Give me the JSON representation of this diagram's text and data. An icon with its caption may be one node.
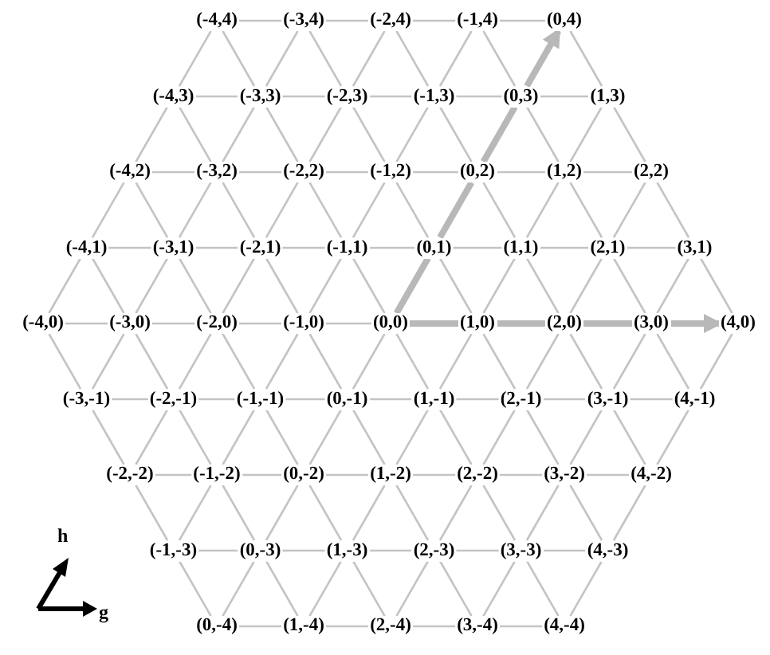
{
  "diagram": {
    "nodes": [
      {
        "text": [
          "(-4,4)"
        ]
      },
      {
        "text": [
          "(-3,4)"
        ]
      },
      {
        "text": [
          "(-2,4)"
        ]
      },
      {
        "text": [
          "(-1,4)"
        ]
      },
      {
        "text": [
          "(0,4)"
        ]
      },
      {
        "text": [
          "(-4,3)"
        ]
      },
      {
        "text": [
          "(-3,3)"
        ]
      },
      {
        "text": [
          "(-2,3)"
        ]
      },
      {
        "text": [
          "(-1,3)"
        ]
      },
      {
        "text": [
          "(0,3)"
        ]
      },
      {
        "text": [
          "(1,3)"
        ]
      },
      {
        "text": [
          "(-4,2)"
        ]
      },
      {
        "text": [
          "(-3,2)"
        ]
      },
      {
        "text": [
          "(-2,2)"
        ]
      },
      {
        "text": [
          "(-1,2)"
        ]
      },
      {
        "text": [
          "(0,2)"
        ]
      },
      {
        "text": [
          "(1,2)"
        ]
      },
      {
        "text": [
          "(2,2)"
        ]
      },
      {
        "text": [
          "(-4,1)"
        ]
      },
      {
        "text": [
          "(-3,1)"
        ]
      },
      {
        "text": [
          "(-2,1)"
        ]
      },
      {
        "text": [
          "(-1,1)"
        ]
      },
      {
        "text": [
          "(0,1)"
        ]
      },
      {
        "text": [
          "(1,1)"
        ]
      },
      {
        "text": [
          "(2,1)"
        ]
      },
      {
        "text": [
          "(3,1)"
        ]
      },
      {
        "text": [
          "(-4,0)"
        ]
      },
      {
        "text": [
          "(-3,0)"
        ]
      },
      {
        "text": [
          "(-2,0)"
        ]
      },
      {
        "text": [
          "(-1,0)"
        ]
      },
      {
        "text": [
          "(0,0)"
        ]
      },
      {
        "text": [
          "(1,0)"
        ]
      },
      {
        "text": [
          "(2,0)"
        ]
      },
      {
        "text": [
          "(3,0)"
        ]
      },
      {
        "text": [
          "(4,0)"
        ]
      },
      {
        "text": [
          "(-3,-1)"
        ]
      },
      {
        "text": [
          "(-2,-1)"
        ]
      },
      {
        "text": [
          "(-1,-1)"
        ]
      },
      {
        "text": [
          "(0,-1)"
        ]
      },
      {
        "text": [
          "(1,-1)"
        ]
      },
      {
        "text": [
          "(2,-1)"
        ]
      },
      {
        "text": [
          "(3,-1)"
        ]
      },
      {
        "text": [
          "(4,-1)"
        ]
      },
      {
        "text": [
          "(-2,-2)"
        ]
      },
      {
        "text": [
          "(-1,-2)"
        ]
      },
      {
        "text": [
          "(0,-2)"
        ]
      },
      {
        "text": [
          "(1,-2)"
        ]
      },
      {
        "text": [
          "(2,-2)"
        ]
      },
      {
        "text": [
          "(3,-2)"
        ]
      },
      {
        "text": [
          "(4,-2)"
        ]
      },
      {
        "text": [
          "(-1,-3)"
        ]
      },
      {
        "text": [
          "(0,-3)"
        ]
      },
      {
        "text": [
          "(1,-3)"
        ]
      },
      {
        "text": [
          "(2,-3)"
        ]
      },
      {
        "text": [
          "(3,-3)"
        ]
      },
      {
        "text": [
          "(4,-3)"
        ]
      },
      {
        "text": [
          "(0,-4)"
        ]
      },
      {
        "text": [
          "(1,-4)"
        ]
      },
      {
        "text": [
          "(2,-4)"
        ]
      },
      {
        "text": [
          "(3,-4)"
        ]
      },
      {
        "text": [
          "(4,-4)"
        ]
      }
    ],
    "edges": [
      {
        "from": 0,
        "to": 1,
        "arrow": "none"
      },
      {
        "from": 1,
        "to": 2,
        "arrow": "none"
      },
      {
        "from": 2,
        "to": 3,
        "arrow": "none"
      },
      {
        "from": 3,
        "to": 4,
        "arrow": "none"
      },
      {
        "from": 5,
        "to": 6,
        "arrow": "none"
      },
      {
        "from": 6,
        "to": 7,
        "arrow": "none"
      },
      {
        "from": 7,
        "to": 8,
        "arrow": "none"
      },
      {
        "from": 8,
        "to": 9,
        "arrow": "none"
      },
      {
        "from": 9,
        "to": 10,
        "arrow": "none"
      },
      {
        "from": 11,
        "to": 12,
        "arrow": "none"
      },
      {
        "from": 12,
        "to": 13,
        "arrow": "none"
      },
      {
        "from": 13,
        "to": 14,
        "arrow": "none"
      },
      {
        "from": 14,
        "to": 15,
        "arrow": "none"
      },
      {
        "from": 15,
        "to": 16,
        "arrow": "none"
      },
      {
        "from": 16,
        "to": 17,
        "arrow": "none"
      },
      {
        "from": 18,
        "to": 19,
        "arrow": "none"
      },
      {
        "from": 19,
        "to": 20,
        "arrow": "none"
      },
      {
        "from": 20,
        "to": 21,
        "arrow": "none"
      },
      {
        "from": 21,
        "to": 22,
        "arrow": "none"
      },
      {
        "from": 22,
        "to": 23,
        "arrow": "none"
      },
      {
        "from": 23,
        "to": 24,
        "arrow": "none"
      },
      {
        "from": 24,
        "to": 25,
        "arrow": "none"
      },
      {
        "from": 26,
        "to": 27,
        "arrow": "none"
      },
      {
        "from": 27,
        "to": 28,
        "arrow": "none"
      },
      {
        "from": 28,
        "to": 29,
        "arrow": "none"
      },
      {
        "from": 29,
        "to": 30,
        "arrow": "none"
      },
      {
        "from": 30,
        "to": 31,
        "arrow": "none",
        "style": "thick"
      },
      {
        "from": 31,
        "to": 32,
        "arrow": "none",
        "style": "thick"
      },
      {
        "from": 32,
        "to": 33,
        "arrow": "none",
        "style": "thick"
      },
      {
        "from": 33,
        "to": 34,
        "arrow": "to",
        "style": "thick"
      },
      {
        "from": 35,
        "to": 36,
        "arrow": "none"
      },
      {
        "from": 36,
        "to": 37,
        "arrow": "none"
      },
      {
        "from": 37,
        "to": 38,
        "arrow": "none"
      },
      {
        "from": 38,
        "to": 39,
        "arrow": "none"
      },
      {
        "from": 39,
        "to": 40,
        "arrow": "none"
      },
      {
        "from": 40,
        "to": 41,
        "arrow": "none"
      },
      {
        "from": 41,
        "to": 42,
        "arrow": "none"
      },
      {
        "from": 43,
        "to": 44,
        "arrow": "none"
      },
      {
        "from": 44,
        "to": 45,
        "arrow": "none"
      },
      {
        "from": 45,
        "to": 46,
        "arrow": "none"
      },
      {
        "from": 46,
        "to": 47,
        "arrow": "none"
      },
      {
        "from": 47,
        "to": 48,
        "arrow": "none"
      },
      {
        "from": 48,
        "to": 49,
        "arrow": "none"
      },
      {
        "from": 50,
        "to": 51,
        "arrow": "none"
      },
      {
        "from": 51,
        "to": 52,
        "arrow": "none"
      },
      {
        "from": 52,
        "to": 53,
        "arrow": "none"
      },
      {
        "from": 53,
        "to": 54,
        "arrow": "none"
      },
      {
        "from": 54,
        "to": 55,
        "arrow": "none"
      },
      {
        "from": 56,
        "to": 57,
        "arrow": "none"
      },
      {
        "from": 57,
        "to": 58,
        "arrow": "none"
      },
      {
        "from": 58,
        "to": 59,
        "arrow": "none"
      },
      {
        "from": 59,
        "to": 60,
        "arrow": "none"
      },
      {
        "from": 5,
        "to": 0,
        "arrow": "none"
      },
      {
        "from": 6,
        "to": 1,
        "arrow": "none"
      },
      {
        "from": 7,
        "to": 2,
        "arrow": "none"
      },
      {
        "from": 8,
        "to": 3,
        "arrow": "none"
      },
      {
        "from": 9,
        "to": 4,
        "arrow": "to",
        "style": "thick"
      },
      {
        "from": 6,
        "to": 0,
        "arrow": "none"
      },
      {
        "from": 7,
        "to": 1,
        "arrow": "none"
      },
      {
        "from": 8,
        "to": 2,
        "arrow": "none"
      },
      {
        "from": 9,
        "to": 3,
        "arrow": "none"
      },
      {
        "from": 10,
        "to": 4,
        "arrow": "none"
      },
      {
        "from": 11,
        "to": 5,
        "arrow": "none"
      },
      {
        "from": 12,
        "to": 6,
        "arrow": "none"
      },
      {
        "from": 13,
        "to": 7,
        "arrow": "none"
      },
      {
        "from": 14,
        "to": 8,
        "arrow": "none"
      },
      {
        "from": 15,
        "to": 9,
        "arrow": "none",
        "style": "thick"
      },
      {
        "from": 16,
        "to": 10,
        "arrow": "none"
      },
      {
        "from": 12,
        "to": 5,
        "arrow": "none"
      },
      {
        "from": 13,
        "to": 6,
        "arrow": "none"
      },
      {
        "from": 14,
        "to": 7,
        "arrow": "none"
      },
      {
        "from": 15,
        "to": 8,
        "arrow": "none"
      },
      {
        "from": 16,
        "to": 9,
        "arrow": "none"
      },
      {
        "from": 17,
        "to": 10,
        "arrow": "none"
      },
      {
        "from": 18,
        "to": 11,
        "arrow": "none"
      },
      {
        "from": 19,
        "to": 12,
        "arrow": "none"
      },
      {
        "from": 20,
        "to": 13,
        "arrow": "none"
      },
      {
        "from": 21,
        "to": 14,
        "arrow": "none"
      },
      {
        "from": 22,
        "to": 15,
        "arrow": "none",
        "style": "thick"
      },
      {
        "from": 23,
        "to": 16,
        "arrow": "none"
      },
      {
        "from": 24,
        "to": 17,
        "arrow": "none"
      },
      {
        "from": 19,
        "to": 11,
        "arrow": "none"
      },
      {
        "from": 20,
        "to": 12,
        "arrow": "none"
      },
      {
        "from": 21,
        "to": 13,
        "arrow": "none"
      },
      {
        "from": 22,
        "to": 14,
        "arrow": "none"
      },
      {
        "from": 23,
        "to": 15,
        "arrow": "none"
      },
      {
        "from": 24,
        "to": 16,
        "arrow": "none"
      },
      {
        "from": 25,
        "to": 17,
        "arrow": "none"
      },
      {
        "from": 26,
        "to": 18,
        "arrow": "none"
      },
      {
        "from": 27,
        "to": 19,
        "arrow": "none"
      },
      {
        "from": 28,
        "to": 20,
        "arrow": "none"
      },
      {
        "from": 29,
        "to": 21,
        "arrow": "none"
      },
      {
        "from": 30,
        "to": 22,
        "arrow": "none",
        "style": "thick"
      },
      {
        "from": 31,
        "to": 23,
        "arrow": "none"
      },
      {
        "from": 32,
        "to": 24,
        "arrow": "none"
      },
      {
        "from": 33,
        "to": 25,
        "arrow": "none"
      },
      {
        "from": 27,
        "to": 18,
        "arrow": "none"
      },
      {
        "from": 28,
        "to": 19,
        "arrow": "none"
      },
      {
        "from": 29,
        "to": 20,
        "arrow": "none"
      },
      {
        "from": 30,
        "to": 21,
        "arrow": "none"
      },
      {
        "from": 31,
        "to": 22,
        "arrow": "none"
      },
      {
        "from": 32,
        "to": 23,
        "arrow": "none"
      },
      {
        "from": 33,
        "to": 24,
        "arrow": "none"
      },
      {
        "from": 34,
        "to": 25,
        "arrow": "none"
      },
      {
        "from": 35,
        "to": 26,
        "arrow": "none"
      },
      {
        "from": 36,
        "to": 27,
        "arrow": "none"
      },
      {
        "from": 37,
        "to": 28,
        "arrow": "none"
      },
      {
        "from": 38,
        "to": 29,
        "arrow": "none"
      },
      {
        "from": 39,
        "to": 30,
        "arrow": "none"
      },
      {
        "from": 40,
        "to": 31,
        "arrow": "none"
      },
      {
        "from": 41,
        "to": 32,
        "arrow": "none"
      },
      {
        "from": 42,
        "to": 33,
        "arrow": "none"
      },
      {
        "from": 35,
        "to": 27,
        "arrow": "none"
      },
      {
        "from": 36,
        "to": 28,
        "arrow": "none"
      },
      {
        "from": 37,
        "to": 29,
        "arrow": "none"
      },
      {
        "from": 38,
        "to": 30,
        "arrow": "none"
      },
      {
        "from": 39,
        "to": 31,
        "arrow": "none"
      },
      {
        "from": 40,
        "to": 32,
        "arrow": "none"
      },
      {
        "from": 41,
        "to": 33,
        "arrow": "none"
      },
      {
        "from": 42,
        "to": 34,
        "arrow": "none"
      },
      {
        "from": 43,
        "to": 35,
        "arrow": "none"
      },
      {
        "from": 44,
        "to": 36,
        "arrow": "none"
      },
      {
        "from": 45,
        "to": 37,
        "arrow": "none"
      },
      {
        "from": 46,
        "to": 38,
        "arrow": "none"
      },
      {
        "from": 47,
        "to": 39,
        "arrow": "none"
      },
      {
        "from": 48,
        "to": 40,
        "arrow": "none"
      },
      {
        "from": 49,
        "to": 41,
        "arrow": "none"
      },
      {
        "from": 43,
        "to": 36,
        "arrow": "none"
      },
      {
        "from": 44,
        "to": 37,
        "arrow": "none"
      },
      {
        "from": 45,
        "to": 38,
        "arrow": "none"
      },
      {
        "from": 46,
        "to": 39,
        "arrow": "none"
      },
      {
        "from": 47,
        "to": 40,
        "arrow": "none"
      },
      {
        "from": 48,
        "to": 41,
        "arrow": "none"
      },
      {
        "from": 49,
        "to": 42,
        "arrow": "none"
      },
      {
        "from": 50,
        "to": 43,
        "arrow": "none"
      },
      {
        "from": 51,
        "to": 44,
        "arrow": "none"
      },
      {
        "from": 52,
        "to": 45,
        "arrow": "none"
      },
      {
        "from": 53,
        "to": 46,
        "arrow": "none"
      },
      {
        "from": 54,
        "to": 47,
        "arrow": "none"
      },
      {
        "from": 55,
        "to": 48,
        "arrow": "none"
      },
      {
        "from": 50,
        "to": 44,
        "arrow": "none"
      },
      {
        "from": 51,
        "to": 45,
        "arrow": "none"
      },
      {
        "from": 52,
        "to": 46,
        "arrow": "none"
      },
      {
        "from": 53,
        "to": 47,
        "arrow": "none"
      },
      {
        "from": 54,
        "to": 48,
        "arrow": "none"
      },
      {
        "from": 55,
        "to": 49,
        "arrow": "none"
      },
      {
        "from": 56,
        "to": 50,
        "arrow": "none"
      },
      {
        "from": 57,
        "to": 51,
        "arrow": "none"
      },
      {
        "from": 58,
        "to": 52,
        "arrow": "none"
      },
      {
        "from": 59,
        "to": 53,
        "arrow": "none"
      },
      {
        "from": 60,
        "to": 54,
        "arrow": "none"
      },
      {
        "from": 56,
        "to": 51,
        "arrow": "none"
      },
      {
        "from": 57,
        "to": 52,
        "arrow": "none"
      },
      {
        "from": 58,
        "to": 53,
        "arrow": "none"
      },
      {
        "from": 59,
        "to": 54,
        "arrow": "none"
      },
      {
        "from": 60,
        "to": 55,
        "arrow": "none"
      }
    ],
    "labels": [
      "h",
      "g"
    ]
  }
}
